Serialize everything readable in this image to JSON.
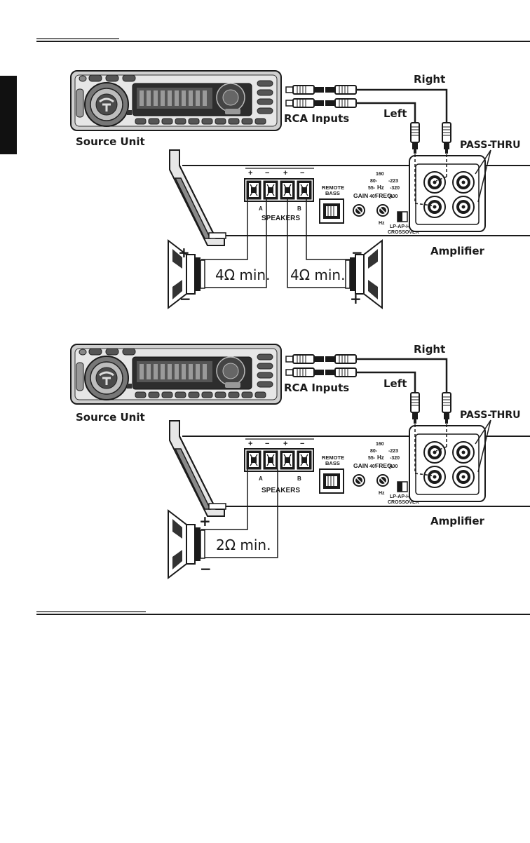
{
  "diagram_top": {
    "labels": {
      "right": "Right",
      "left": "Left",
      "rca_inputs": "RCA Inputs",
      "source_unit": "Source Unit",
      "pass_thru": "PASS-THRU",
      "amplifier": "Amplifier"
    },
    "amp_panel": {
      "terminal_signs": [
        "+",
        "−",
        "+",
        "−"
      ],
      "channel_a": "A",
      "channel_b": "B",
      "speakers": "SPEAKERS",
      "remote_line1": "REMOTE",
      "remote_line2": "BASS",
      "gain": "GAIN",
      "freq": "FREQ.",
      "hz": "Hz",
      "hz_small": "Hz",
      "freq_ticks": [
        "160",
        "80-",
        "-223",
        "55-",
        "-320",
        "40'",
        "'400"
      ],
      "crossover_line1": "LP-AP-HP",
      "crossover_line2": "CROSSOVER"
    },
    "speaker_left": {
      "impedance": "4Ω min.",
      "plus": "+",
      "minus": "−"
    },
    "speaker_right": {
      "impedance": "4Ω min.",
      "plus": "+",
      "minus": "−"
    }
  },
  "diagram_bottom": {
    "labels": {
      "right": "Right",
      "left": "Left",
      "rca_inputs": "RCA Inputs",
      "source_unit": "Source Unit",
      "pass_thru": "PASS-THRU",
      "amplifier": "Amplifier"
    },
    "amp_panel": {
      "terminal_signs": [
        "+",
        "−",
        "+",
        "−"
      ],
      "channel_a": "A",
      "channel_b": "B",
      "speakers": "SPEAKERS",
      "remote_line1": "REMOTE",
      "remote_line2": "BASS",
      "gain": "GAIN",
      "freq": "FREQ.",
      "hz": "Hz",
      "hz_small": "Hz",
      "freq_ticks": [
        "160",
        "80-",
        "-223",
        "55-",
        "-320",
        "40'",
        "'400"
      ],
      "crossover_line1": "LP-AP-HP",
      "crossover_line2": "CROSSOVER"
    },
    "speaker": {
      "impedance": "2Ω min.",
      "plus": "+",
      "minus": "−"
    }
  }
}
